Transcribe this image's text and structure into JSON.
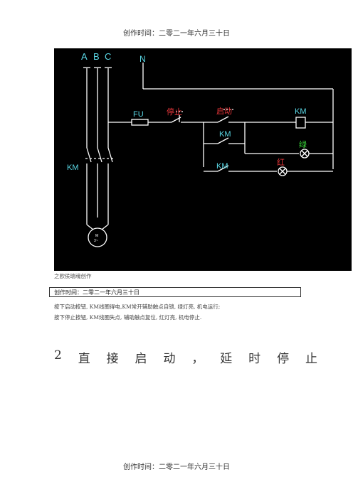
{
  "page": {
    "header": "创作时间：二零二一年六月三十日",
    "footer": "创作时间：二零二一年六月三十日"
  },
  "diagram": {
    "labels": {
      "a": "A",
      "b": "B",
      "c": "C",
      "n": "N",
      "fu": "FU",
      "stop": "停止",
      "start": "启动",
      "km_coil": "KM",
      "km_hold": "KM",
      "km_green": "KM",
      "km_motor": "KM",
      "green": "绿",
      "red": "红",
      "motor_m": "M",
      "motor_3": "3~"
    },
    "colors": {
      "background": "#000000",
      "wire": "#ffffff",
      "phase_label": "#5ad8e6",
      "stop_label": "#e8363a",
      "start_label": "#e8363a",
      "green_label": "#39d639",
      "red_label": "#e8363a"
    }
  },
  "caption": "之欧侯瑞魂创作",
  "boxed_text": "创作时间：二零二一年六月三十日",
  "paragraphs": [
    "按下启动按钮, KM线圈得电,KM常开辅助触点自锁, 绿灯亮, 机电运行;",
    "按下停止按钮, KM线圈失点, 辅助触点复位, 红灯亮, 机电停止."
  ],
  "heading": [
    "2",
    "直",
    "接",
    "启",
    "动",
    "，",
    "延",
    "时",
    "停",
    "止"
  ]
}
